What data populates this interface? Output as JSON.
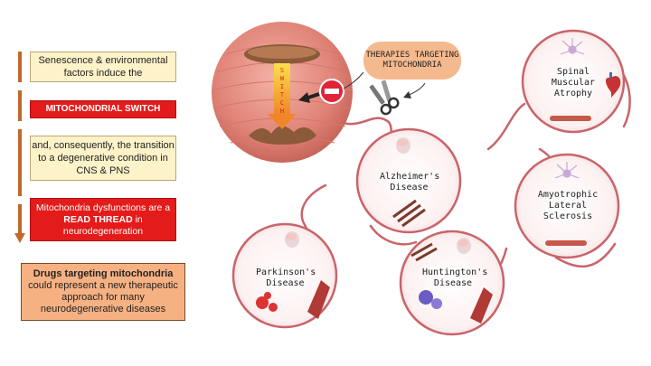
{
  "left_panel": {
    "step1": "Senescence & environmental factors induce the",
    "step2": "MITOCHONDRIAL SWITCH",
    "step3": "and, consequently, the transition to a degenerative condition in CNS & PNS",
    "step4_a": "Mitochondria dysfunctions are a ",
    "step4_b": "READ THREAD",
    "step4_c": " in neurodegeneration",
    "conclusion_bold": "Drugs targeting mitochondria",
    "conclusion_rest": "could represent a new therapeutic approach for many neurodegenerative diseases"
  },
  "therapy_label": "THERAPIES TARGETING MITOCHONDRIA",
  "switch_text": "SWITCH",
  "diseases": {
    "alzheimers": "Alzheimer's Disease",
    "parkinsons": "Parkinson's Disease",
    "huntingtons": "Huntington's Disease",
    "sma": "Spinal Muscular Atrophy",
    "als": "Amyotrophic Lateral Sclerosis"
  },
  "colors": {
    "bar": "#c0692c",
    "red_box": "#e41b1b",
    "yellow_box": "#fdf2c8",
    "orange_box": "#f6b183",
    "thread": "#c9646a"
  }
}
